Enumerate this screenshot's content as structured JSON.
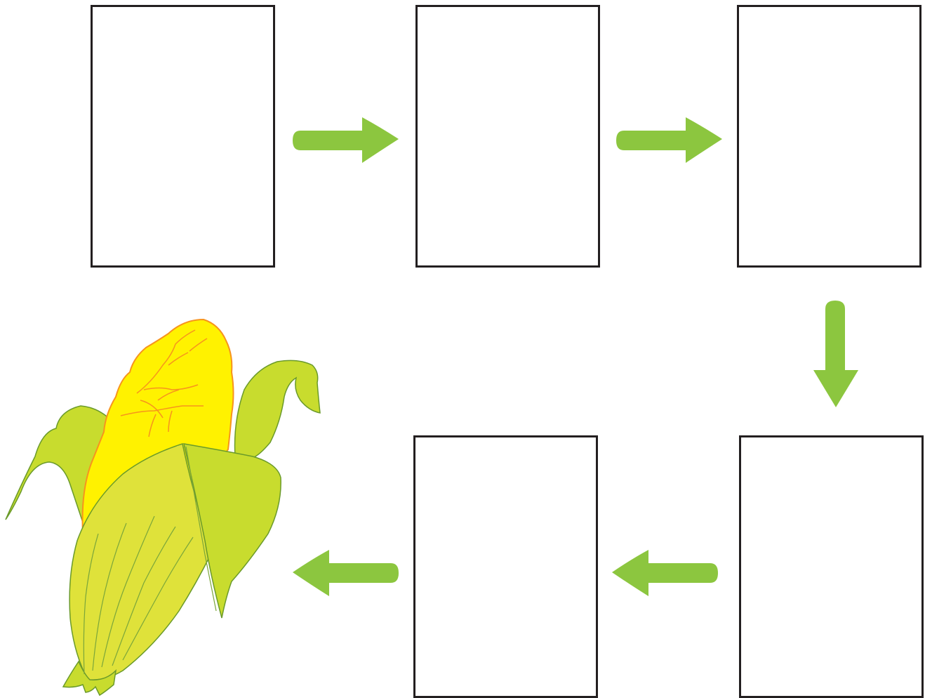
{
  "diagram": {
    "type": "cycle-sequence",
    "start_image": "corn-cob-icon",
    "boxes": [
      {
        "id": "box-1",
        "text": ""
      },
      {
        "id": "box-2",
        "text": ""
      },
      {
        "id": "box-3",
        "text": ""
      },
      {
        "id": "box-4",
        "text": ""
      },
      {
        "id": "box-5",
        "text": ""
      }
    ],
    "arrows": [
      {
        "from": "box-1",
        "to": "box-2",
        "direction": "right"
      },
      {
        "from": "box-2",
        "to": "box-3",
        "direction": "right"
      },
      {
        "from": "box-3",
        "to": "box-4",
        "direction": "down"
      },
      {
        "from": "box-4",
        "to": "box-5",
        "direction": "left"
      },
      {
        "from": "box-5",
        "to": "corn-cob-icon",
        "direction": "left"
      }
    ],
    "colors": {
      "arrow": "#8cc63f",
      "box_border": "#231f20",
      "kernel": "#fff200",
      "kernel_outline": "#f7941d",
      "husk_dark": "#c8dc2e",
      "husk_light": "#dfe23a",
      "husk_outline": "#6a9a2a"
    }
  }
}
